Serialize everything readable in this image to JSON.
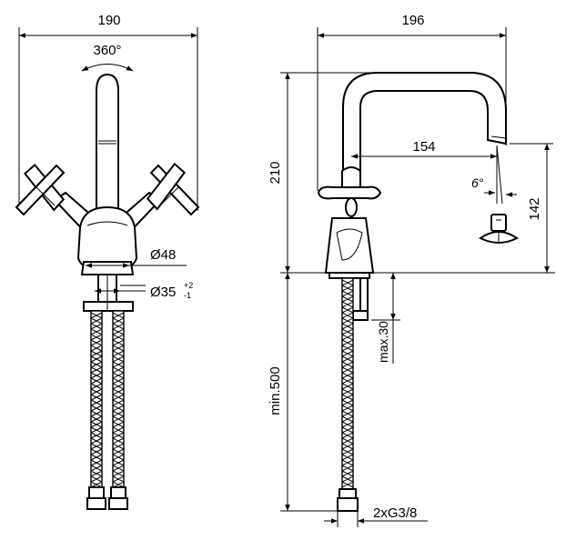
{
  "front_view": {
    "width": "190",
    "rotation": "360°",
    "base_diameter": "Ø48",
    "hole_diameter": "Ø35",
    "hole_tol_upper": "+2",
    "hole_tol_lower": "-1"
  },
  "side_view": {
    "width": "196",
    "height": "210",
    "reach": "154",
    "angle": "6°",
    "spout_clearance": "142",
    "max_deck": "max.30",
    "hose_length": "min.500",
    "connection": "2xG3/8"
  }
}
